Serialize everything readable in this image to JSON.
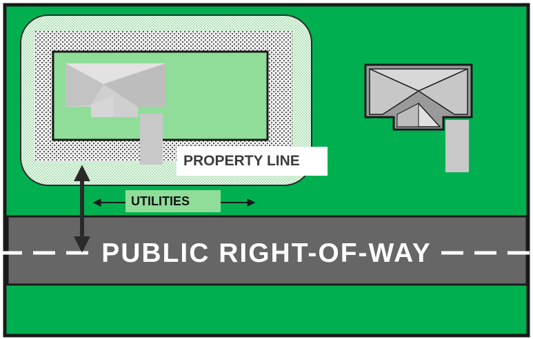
{
  "diagram": {
    "labels": {
      "property_line": "PROPERTY LINE",
      "utilities": "UTILITIES",
      "public_right_of_way": "PUBLIC RIGHT-OF-WAY"
    },
    "colors": {
      "lawn": "#00b050",
      "border": "#1a1a1a",
      "road": "#666666",
      "lot_fill": "#90dd9a",
      "lot_pale": "#d9f2dc",
      "roof_light": "#cfcfcf",
      "roof_mid": "#b3b3b3",
      "roof_dark": "#9a9a9a",
      "dash": "#ffffff"
    },
    "icons": [
      "house-roof-icon",
      "double-arrow-icon",
      "horizontal-arrow-icon"
    ]
  }
}
